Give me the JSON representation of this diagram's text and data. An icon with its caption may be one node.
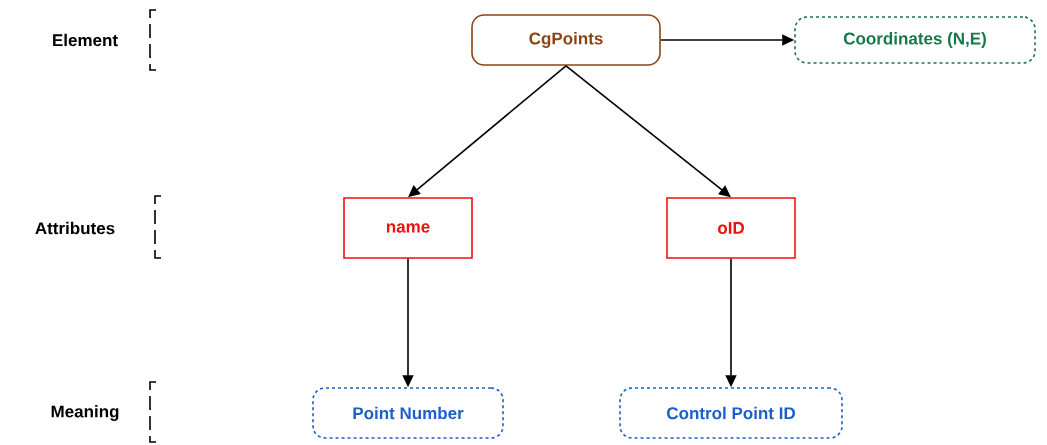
{
  "diagram": {
    "nodes": [
      {
        "text": [
          "CgPoints"
        ]
      },
      {
        "text": [
          "Coordinates (N,E)"
        ]
      },
      {
        "text": [
          "name"
        ]
      },
      {
        "text": [
          "oID"
        ]
      },
      {
        "text": [
          "Point Number"
        ]
      },
      {
        "text": [
          "Control Point ID"
        ]
      }
    ],
    "edges": [
      {
        "from": 0,
        "to": 1,
        "arrow": "to"
      },
      {
        "from": 0,
        "to": 2,
        "arrow": "to"
      },
      {
        "from": 0,
        "to": 3,
        "arrow": "to"
      },
      {
        "from": 2,
        "to": 4,
        "arrow": "to"
      },
      {
        "from": 3,
        "to": 5,
        "arrow": "to"
      }
    ],
    "labels": [
      "Element",
      "Attributes",
      "Meaning"
    ]
  }
}
